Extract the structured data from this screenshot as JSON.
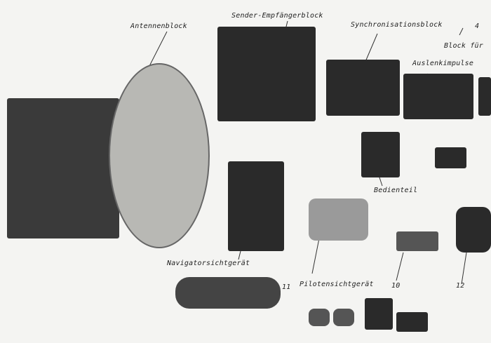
{
  "labels": {
    "antenna": "Antennenblock",
    "transceiver": "Sender-Empfängerblock",
    "sync": "Synchronisationsblock",
    "num4": "4",
    "deflection_line1": "Block für",
    "deflection_line2": "Auslenkimpulse",
    "control": "Bedienteil",
    "navigator": "Navigatorsichtgerät",
    "pilot": "Pilotensichtgerät",
    "num10": "10",
    "num11": "11",
    "num12": "12"
  }
}
